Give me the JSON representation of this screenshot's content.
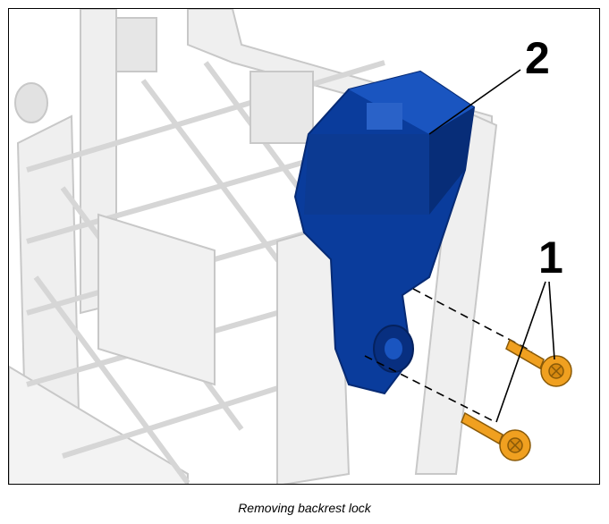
{
  "figure": {
    "callouts": {
      "one": "1",
      "two": "2"
    },
    "caption": "Removing backrest lock",
    "colors": {
      "lock": "#0a3c9c",
      "lock_dark": "#062a74",
      "screw": "#f0a020",
      "frame": "#ececec",
      "frame_edge": "#c8c8c8"
    },
    "parts": [
      "backrest-frame",
      "backrest-lock",
      "screw",
      "screw"
    ]
  }
}
